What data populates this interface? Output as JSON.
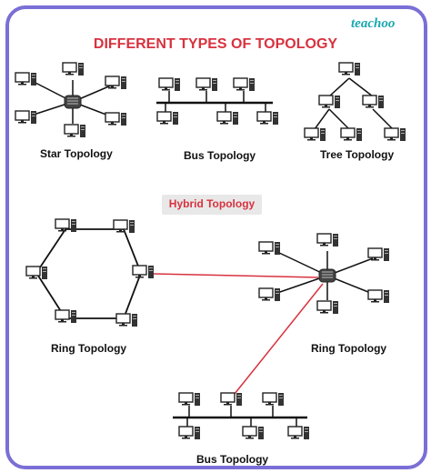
{
  "title": "DIFFERENT TYPES OF TOPOLOGY",
  "logo": "teachoo",
  "hybrid_label": "Hybrid Topology",
  "labels": {
    "star": "Star Topology",
    "bus_top": "Bus Topology",
    "tree": "Tree Topology",
    "ring": "Ring Topology",
    "ring_star": "Ring Topology",
    "bus_bottom": "Bus Topology"
  },
  "colors": {
    "title": "#d8323f",
    "link": "#d8323f",
    "frame": "#7a6fd6",
    "logo": "#1aa8b0"
  }
}
